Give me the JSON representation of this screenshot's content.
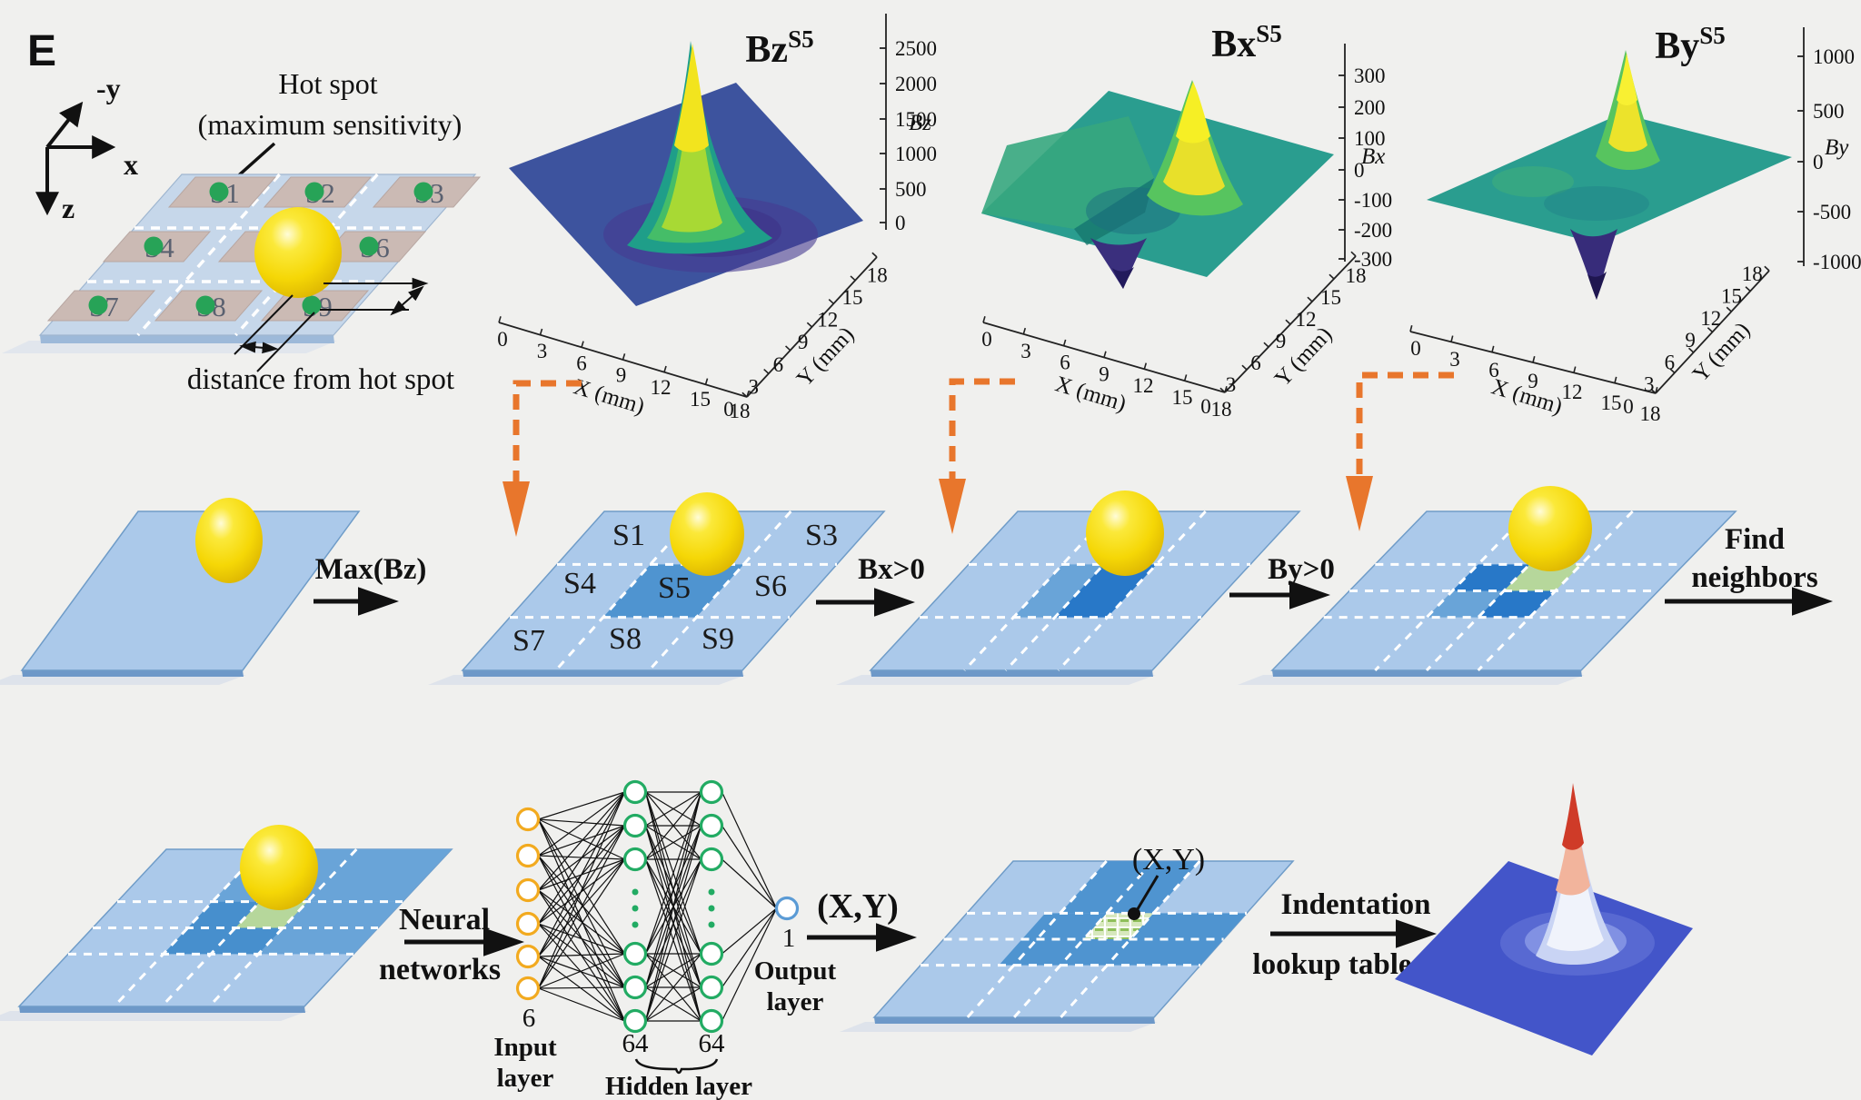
{
  "panel_label": "E",
  "coord_axes": {
    "up": "-y",
    "right": "x",
    "down": "z"
  },
  "hot_spot": {
    "line1": "Hot spot",
    "line2": "(maximum sensitivity)"
  },
  "distance_label": "distance from hot spot",
  "sensor_labels": [
    "S1",
    "S2",
    "S3",
    "S4",
    "S5",
    "S6",
    "S7",
    "S8",
    "S9"
  ],
  "chart_data": [
    {
      "type": "surface",
      "name": "Bz_S5",
      "title_base": "Bz",
      "title_sup": "S5",
      "zlabel": "Bz",
      "xlabel": "X (mm)",
      "ylabel": "Y (mm)",
      "xticks": [
        "0",
        "3",
        "6",
        "9",
        "12",
        "15",
        "18"
      ],
      "yticks": [
        "0",
        "3",
        "6",
        "9",
        "12",
        "15",
        "18"
      ],
      "zticks_top_to_bottom": [
        "2500",
        "2000",
        "1500",
        "1000",
        "500",
        "0"
      ],
      "xlim": [
        0,
        18
      ],
      "ylim": [
        0,
        18
      ],
      "zlim": [
        0,
        2500
      ],
      "peak": {
        "x": 9,
        "y": 9,
        "value": 2600
      },
      "baseline": 0,
      "shape": "sharp central positive peak on a flat plane near 0 with a shallow darker ring around the base",
      "colormap": "viridis"
    },
    {
      "type": "surface",
      "name": "Bx_S5",
      "title_base": "Bx",
      "title_sup": "S5",
      "zlabel": "Bx",
      "xlabel": "X (mm)",
      "ylabel": "Y (mm)",
      "xticks": [
        "0",
        "3",
        "6",
        "9",
        "12",
        "15",
        "18"
      ],
      "yticks": [
        "0",
        "3",
        "6",
        "9",
        "12",
        "15",
        "18"
      ],
      "zticks_top_to_bottom": [
        "300",
        "200",
        "100",
        "0",
        "-100",
        "-200",
        "-300"
      ],
      "xlim": [
        0,
        18
      ],
      "ylim": [
        0,
        18
      ],
      "zlim": [
        -300,
        300
      ],
      "peak": {
        "x": 11,
        "y": 9,
        "value": 320
      },
      "valley": {
        "x": 7,
        "y": 9,
        "value": -330
      },
      "shape": "antisymmetric dipole along X: positive yellow ridge east of center, deep purple well west of center, flat teal elsewhere",
      "colormap": "viridis"
    },
    {
      "type": "surface",
      "name": "By_S5",
      "title_base": "By",
      "title_sup": "S5",
      "zlabel": "By",
      "xlabel": "X (mm)",
      "ylabel": "Y (mm)",
      "xticks": [
        "0",
        "3",
        "6",
        "9",
        "12",
        "15",
        "18"
      ],
      "yticks": [
        "0",
        "3",
        "6",
        "9",
        "12",
        "15",
        "18"
      ],
      "zticks_top_to_bottom": [
        "1000",
        "500",
        "0",
        "-500",
        "-1000"
      ],
      "xlim": [
        0,
        18
      ],
      "ylim": [
        0,
        18
      ],
      "zlim": [
        -1000,
        1000
      ],
      "peak": {
        "x": 9,
        "y": 11,
        "value": 1050
      },
      "valley": {
        "x": 9,
        "y": 7,
        "value": -1050
      },
      "shape": "antisymmetric dipole along Y: positive yellow peak toward back, deep purple well toward front, flat teal elsewhere",
      "colormap": "viridis"
    },
    {
      "type": "surface",
      "name": "indentation_lookup_surface",
      "shape": "sharp Gaussian indentation peak rising from a flat royal-blue plane",
      "colormap": "coolwarm",
      "axes_visible": false
    }
  ],
  "flow": {
    "max_bz": "Max(Bz)",
    "bx_positive": "Bx>0",
    "by_positive": "By>0",
    "find_line1": "Find",
    "find_line2": "neighbors",
    "neural_line1": "Neural",
    "neural_line2": "networks",
    "xy_output": "(X,Y)",
    "xy_point": "(X,Y)",
    "indent_line1": "Indentation",
    "indent_line2": "lookup table"
  },
  "nn": {
    "input_count": "6",
    "input_label_line1": "Input",
    "input_label_line2": "layer",
    "hidden_size_left": "64",
    "hidden_size_right": "64",
    "hidden_label": "Hidden layer",
    "output_count": "1",
    "output_label_line1": "Output",
    "output_label_line2": "layer"
  },
  "colors": {
    "background": "#f0f0ee",
    "plate_light": "#abc9ea",
    "sensor_plate": "#c6d7ea",
    "cell_medium": "#69a4d8",
    "cell_medium_dark": "#4f94d0",
    "cell_dark": "#2878c8",
    "cell_green": "#b6d79b",
    "ball_yellow": "#f5d706",
    "arrow_orange": "#e8762c",
    "nn_input_stroke": "#f2aa1f",
    "nn_hidden_stroke": "#22ab63",
    "nn_output_stroke": "#5b9bd5",
    "pad_tan": "#cbbab4",
    "sensor_dot_green": "#27a357",
    "surface_teal": "#2a9d8f",
    "surface_navy": "#3d539e",
    "lookup_blue": "#4355c9",
    "peak_red": "#cf3b28"
  }
}
